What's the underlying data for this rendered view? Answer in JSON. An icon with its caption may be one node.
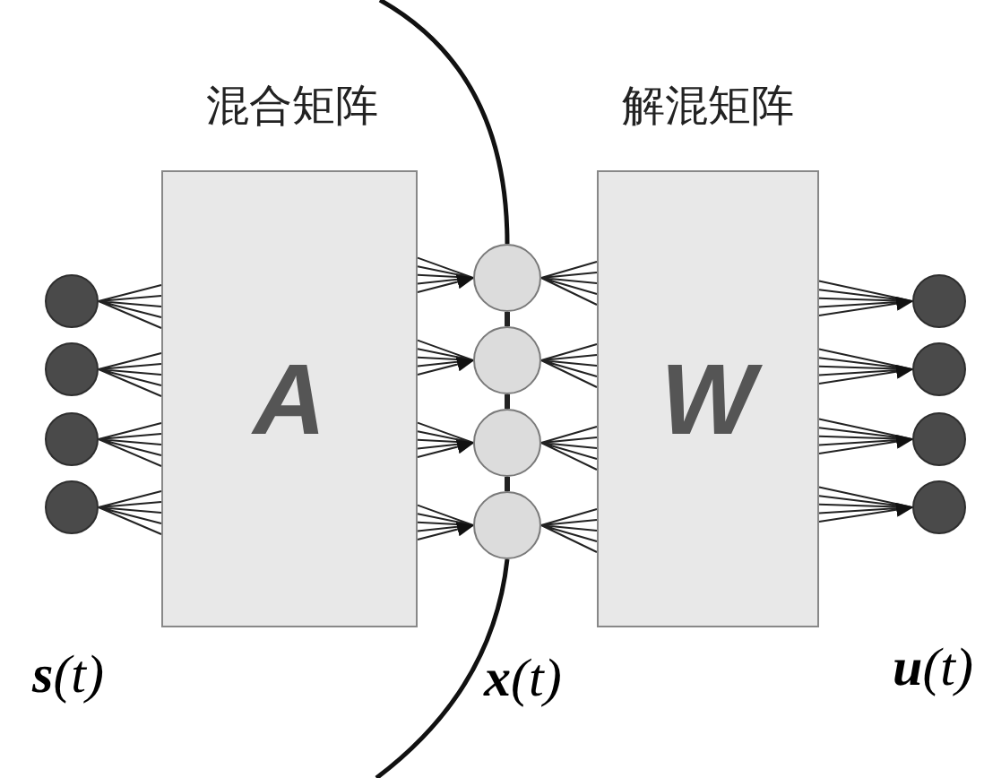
{
  "diagram": {
    "nodes": [
      {
        "text": [
          "混合矩阵",
          "A"
        ]
      },
      {
        "text": [
          "解混矩阵",
          "W"
        ]
      },
      {
        "text": [],
        "shape": "circle"
      },
      {
        "text": [],
        "shape": "circle"
      },
      {
        "text": [],
        "shape": "circle"
      },
      {
        "text": [],
        "shape": "circle"
      },
      {
        "text": [],
        "shape": "circle"
      },
      {
        "text": [],
        "shape": "circle"
      },
      {
        "text": [],
        "shape": "circle"
      },
      {
        "text": [],
        "shape": "circle"
      },
      {
        "text": [],
        "shape": "circle"
      },
      {
        "text": [],
        "shape": "circle"
      },
      {
        "text": [],
        "shape": "circle"
      },
      {
        "text": [],
        "shape": "circle"
      }
    ],
    "edges": [
      {
        "from": 2,
        "to": 0,
        "arrow": "none"
      },
      {
        "from": 3,
        "to": 0,
        "arrow": "none"
      },
      {
        "from": 4,
        "to": 0,
        "arrow": "none"
      },
      {
        "from": 5,
        "to": 0,
        "arrow": "none"
      },
      {
        "from": 0,
        "to": 6,
        "arrow": "to"
      },
      {
        "from": 0,
        "to": 7,
        "arrow": "to"
      },
      {
        "from": 0,
        "to": 8,
        "arrow": "to"
      },
      {
        "from": 0,
        "to": 9,
        "arrow": "to"
      },
      {
        "from": 6,
        "to": 7,
        "arrow": "none",
        "style": "thick"
      },
      {
        "from": 7,
        "to": 8,
        "arrow": "none",
        "style": "thick"
      },
      {
        "from": 8,
        "to": 9,
        "arrow": "none",
        "style": "thick"
      },
      {
        "from": 6,
        "to": 1,
        "arrow": "none"
      },
      {
        "from": 7,
        "to": 1,
        "arrow": "none"
      },
      {
        "from": 8,
        "to": 1,
        "arrow": "none"
      },
      {
        "from": 9,
        "to": 1,
        "arrow": "none"
      },
      {
        "from": 1,
        "to": 10,
        "arrow": "to"
      },
      {
        "from": 1,
        "to": 11,
        "arrow": "to"
      },
      {
        "from": 1,
        "to": 12,
        "arrow": "to"
      },
      {
        "from": 1,
        "to": 13,
        "arrow": "to"
      }
    ],
    "labels": [
      "**s**(t)",
      "**x**(t)",
      "**u**(t)"
    ]
  }
}
